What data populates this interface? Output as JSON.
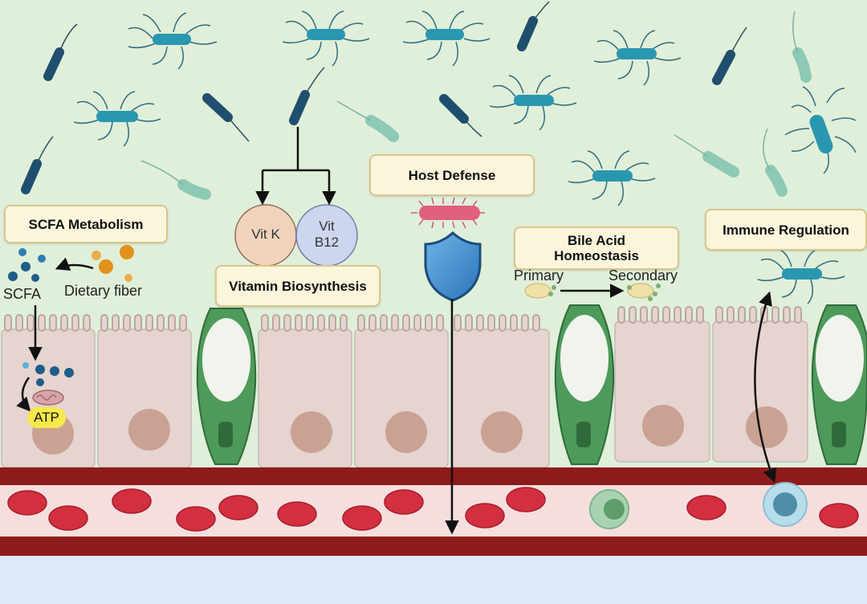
{
  "labels": {
    "scfa_metabolism": "SCFA Metabolism",
    "vitamin_biosynthesis": "Vitamin Biosynthesis",
    "host_defense": "Host Defense",
    "bile_acid_line1": "Bile Acid",
    "bile_acid_line2": "Homeostasis",
    "immune_regulation": "Immune Regulation"
  },
  "text": {
    "scfa": "SCFA",
    "dietary_fiber": "Dietary fiber",
    "atp": "ATP",
    "vit_k": "Vit K",
    "vit_b12_line1": "Vit",
    "vit_b12_line2": "B12",
    "primary": "Primary",
    "secondary": "Secondary"
  },
  "colors": {
    "lumen": "#e0efd9",
    "epithelium": "#e6d4d0",
    "goblet": "#4e9a5b",
    "vessel_wall": "#8e1b1b",
    "blood": "#f6dede",
    "rbc": "#d32f3f",
    "lower": "#ddeaf7",
    "label_fill": "#fbf5dc",
    "label_border": "#d9c68a"
  }
}
